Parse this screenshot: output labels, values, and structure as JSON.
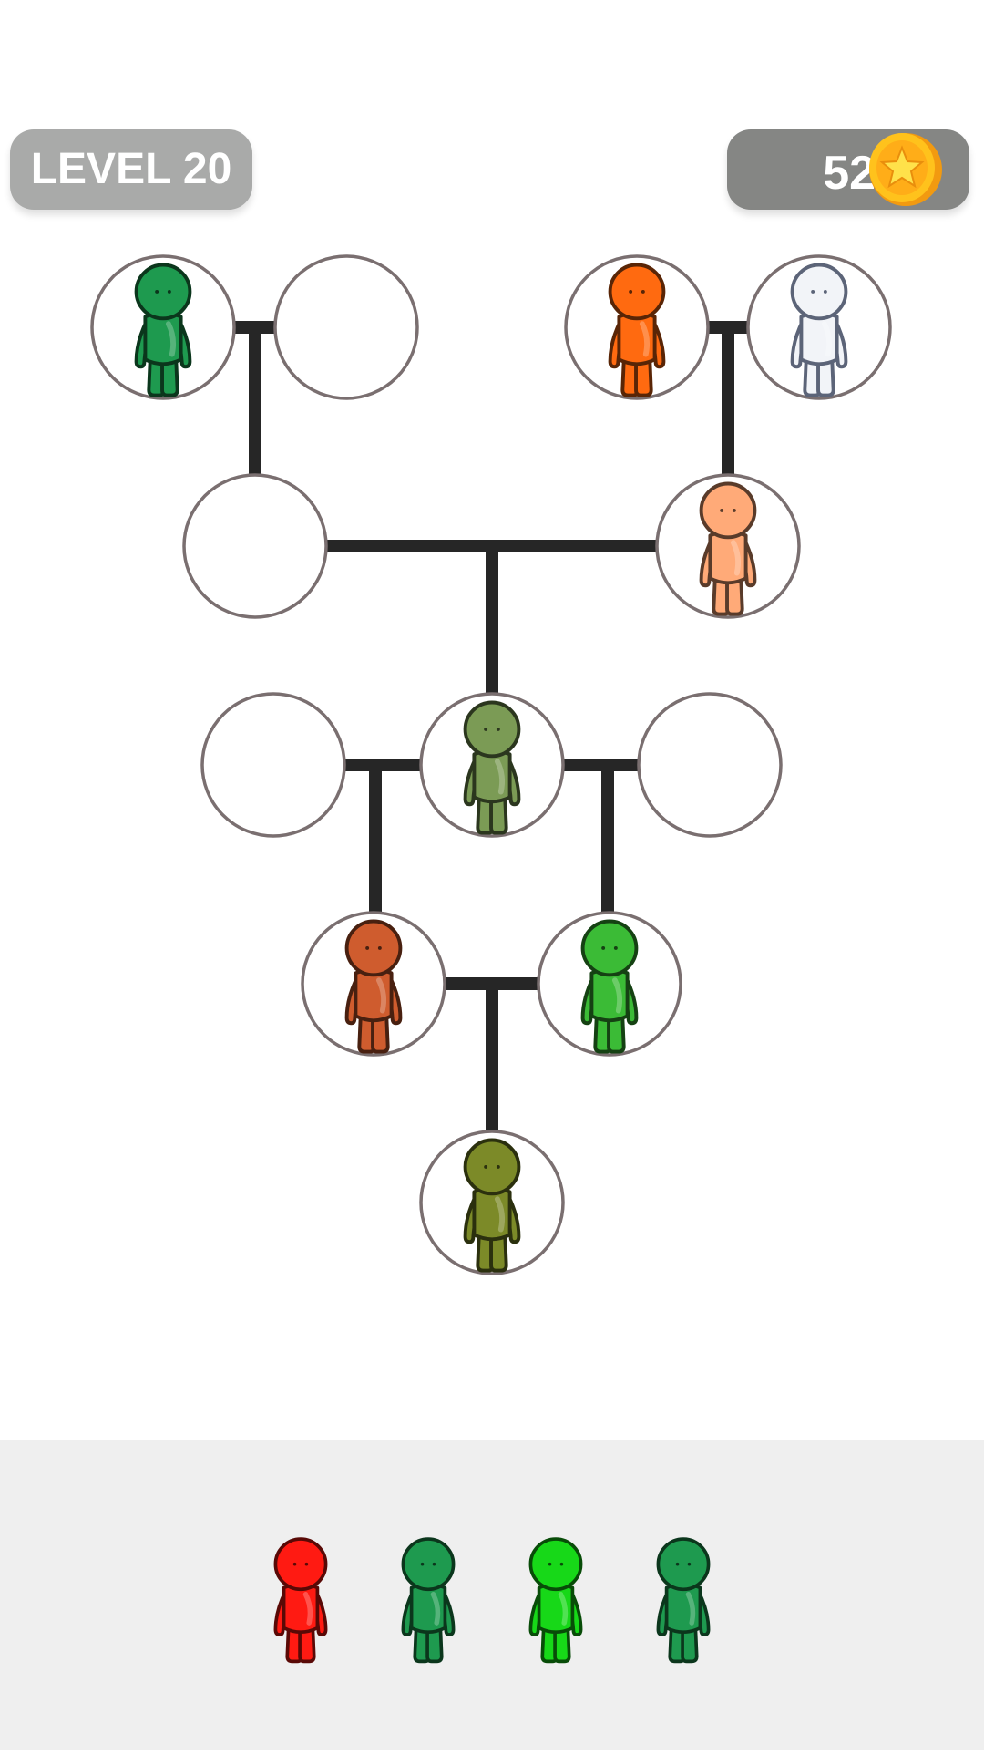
{
  "hud": {
    "level_label": "LEVEL 20",
    "coins": "521"
  },
  "icons": {
    "coin": "star-coin-icon"
  },
  "tree": {
    "nodes": [
      {
        "id": "ggp1",
        "name": "node-grandparent-1a",
        "color": "#1e9a4f",
        "filled": true
      },
      {
        "id": "ggp2",
        "name": "node-grandparent-1b",
        "color": null,
        "filled": false
      },
      {
        "id": "ggp3",
        "name": "node-grandparent-2a",
        "color": "#ff6a10",
        "filled": true
      },
      {
        "id": "ggp4",
        "name": "node-grandparent-2b",
        "color": "#f2f4f8",
        "filled": true
      },
      {
        "id": "gp1",
        "name": "node-grandparent-left",
        "color": null,
        "filled": false
      },
      {
        "id": "gp2",
        "name": "node-grandparent-right",
        "color": "#ffaa78",
        "filled": true
      },
      {
        "id": "p-left",
        "name": "node-partner-left",
        "color": null,
        "filled": false
      },
      {
        "id": "p-mid",
        "name": "node-parent-center",
        "color": "#7b9b55",
        "filled": true
      },
      {
        "id": "p-right",
        "name": "node-partner-right",
        "color": null,
        "filled": false
      },
      {
        "id": "c1",
        "name": "node-child-left",
        "color": "#cf5c2e",
        "filled": true
      },
      {
        "id": "c2",
        "name": "node-child-right",
        "color": "#3bbb36",
        "filled": true
      },
      {
        "id": "gc",
        "name": "node-grandchild",
        "color": "#7c8a28",
        "filled": true
      }
    ]
  },
  "tray": {
    "pieces": [
      {
        "name": "tray-piece-red",
        "color": "#ff1a12"
      },
      {
        "name": "tray-piece-darkgreen-1",
        "color": "#1e9a4f"
      },
      {
        "name": "tray-piece-bright-green",
        "color": "#17d818"
      },
      {
        "name": "tray-piece-darkgreen-2",
        "color": "#1e9a4f"
      }
    ]
  }
}
